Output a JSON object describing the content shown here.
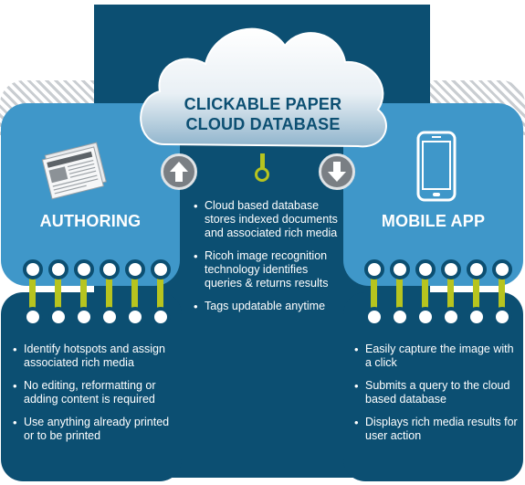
{
  "cloud": {
    "title": "CLICKABLE PAPER CLOUD DATABASE"
  },
  "authoring": {
    "heading": "AUTHORING",
    "bullets": [
      "Identify hotspots and assign associated rich media",
      "No editing, reformatting or adding content is required",
      "Use anything already printed or to be printed"
    ]
  },
  "mobile": {
    "heading": "MOBILE APP",
    "bullets": [
      "Easily capture the image with a click",
      "Submits a query to the cloud based database",
      "Displays rich media results for user action"
    ]
  },
  "database": {
    "bullets": [
      "Cloud based database stores indexed documents and associated rich media",
      "Ricoh image recognition technology identifies queries & returns results",
      "Tags updatable anytime"
    ]
  },
  "icons": {
    "left": "newspaper-icon",
    "right": "smartphone-icon",
    "up": "arrow-up-icon",
    "down": "arrow-down-icon"
  },
  "colors": {
    "navy": "#0c4f72",
    "light_blue": "#3f97c9",
    "lime": "#b7c41f",
    "gray_button": "#7a7f84"
  }
}
